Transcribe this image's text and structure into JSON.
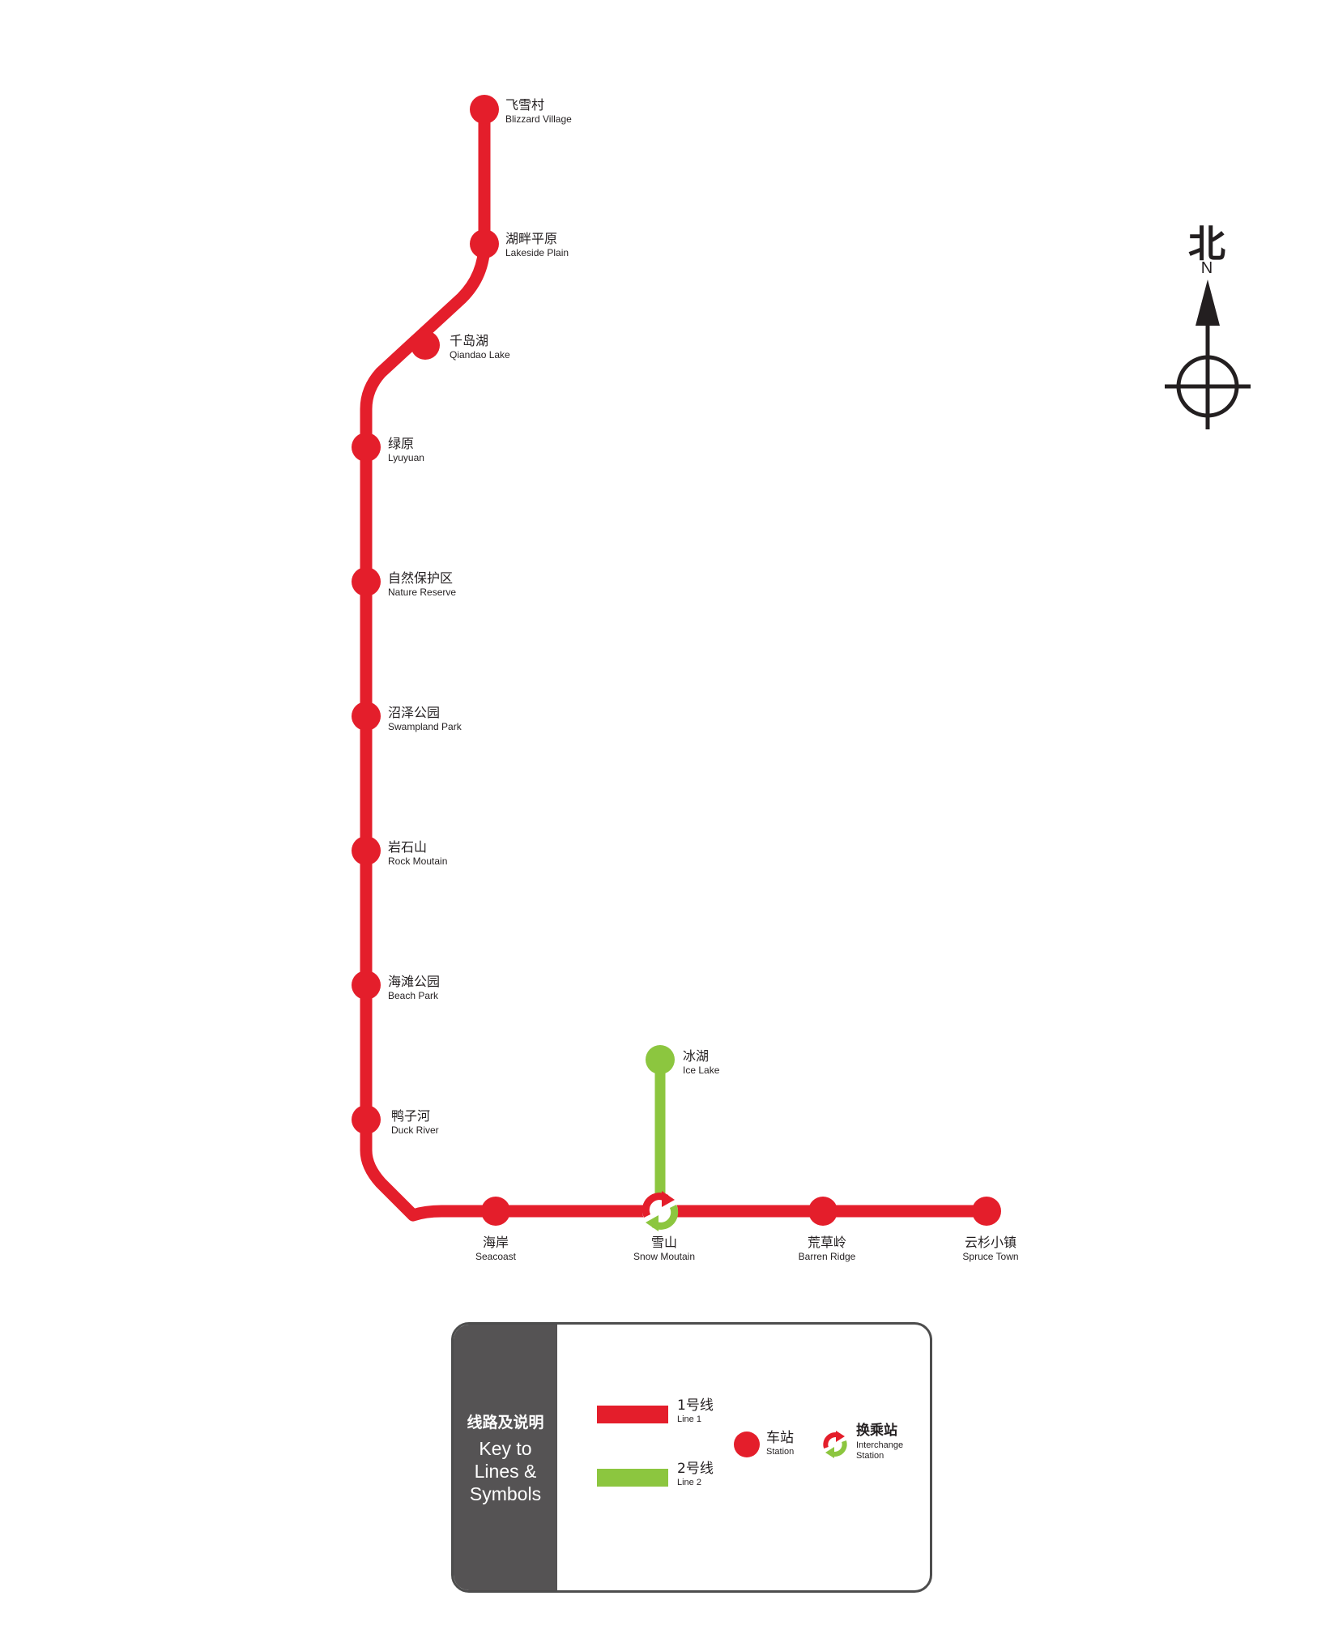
{
  "colors": {
    "line1": "#e41e2b",
    "line2": "#8cc63f",
    "text": "#231f20",
    "legend_side": "#555354"
  },
  "stations": {
    "blizzard_village": {
      "zh": "飞雪村",
      "en": "Blizzard Village"
    },
    "lakeside_plain": {
      "zh": "湖畔平原",
      "en": "Lakeside Plain"
    },
    "qiandao_lake": {
      "zh": "千岛湖",
      "en": "Qiandao Lake"
    },
    "lyuyuan": {
      "zh": "绿原",
      "en": "Lyuyuan"
    },
    "nature_reserve": {
      "zh": "自然保护区",
      "en": "Nature Reserve"
    },
    "swampland_park": {
      "zh": "沼泽公园",
      "en": "Swampland Park"
    },
    "rock_moutain": {
      "zh": "岩石山",
      "en": "Rock Moutain"
    },
    "beach_park": {
      "zh": "海滩公园",
      "en": "Beach Park"
    },
    "duck_river": {
      "zh": "鸭子河",
      "en": "Duck River"
    },
    "seacoast": {
      "zh": "海岸",
      "en": "Seacoast"
    },
    "snow_moutain": {
      "zh": "雪山",
      "en": "Snow Moutain"
    },
    "barren_ridge": {
      "zh": "荒草岭",
      "en": "Barren Ridge"
    },
    "spruce_town": {
      "zh": "云杉小镇",
      "en": "Spruce Town"
    },
    "ice_lake": {
      "zh": "冰湖",
      "en": "Ice Lake"
    }
  },
  "lines": {
    "line1": [
      "blizzard_village",
      "lakeside_plain",
      "qiandao_lake",
      "lyuyuan",
      "nature_reserve",
      "swampland_park",
      "rock_moutain",
      "beach_park",
      "duck_river",
      "seacoast",
      "snow_moutain",
      "barren_ridge",
      "spruce_town"
    ],
    "line2": [
      "ice_lake",
      "snow_moutain"
    ]
  },
  "interchange": "snow_moutain",
  "compass": {
    "zh": "北",
    "en": "N"
  },
  "legend": {
    "title_zh": "线路及说明",
    "title_en": "Key to Lines & Symbols",
    "line1": {
      "zh": "1号线",
      "en": "Line 1"
    },
    "line2": {
      "zh": "2号线",
      "en": "Line 2"
    },
    "station": {
      "zh": "车站",
      "en": "Station"
    },
    "interchange": {
      "zh": "换乘站",
      "en": "Interchange Station"
    }
  }
}
